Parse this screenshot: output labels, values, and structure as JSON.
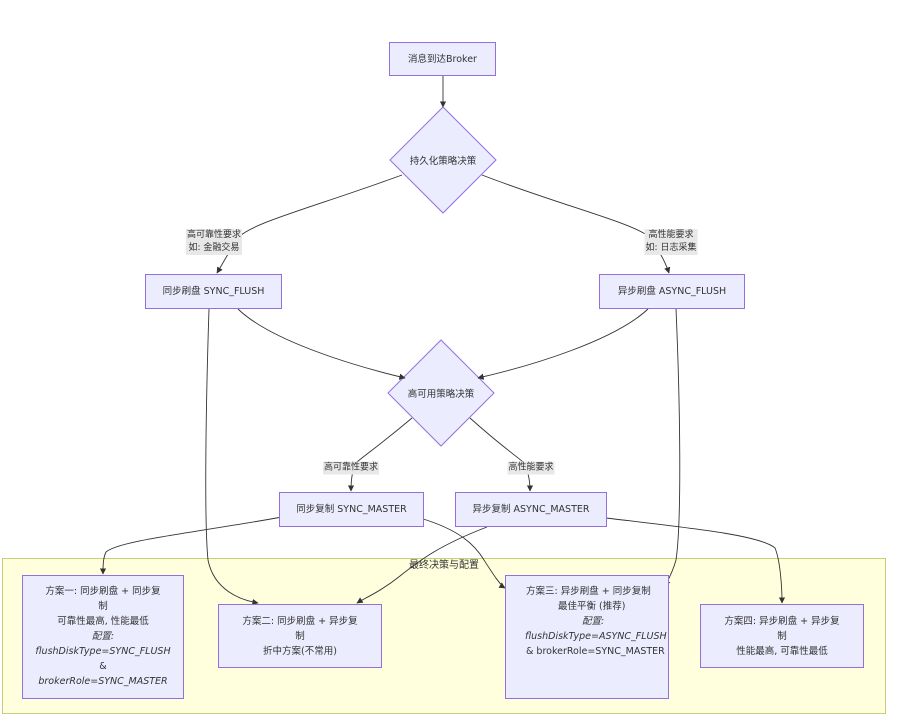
{
  "nodes": {
    "start": "消息到达Broker",
    "persist_decision": "持久化策略决策",
    "sync_flush": "同步刷盘 SYNC_FLUSH",
    "async_flush": "异步刷盘 ASYNC_FLUSH",
    "ha_decision": "高可用策略决策",
    "sync_master": "同步复制 SYNC_MASTER",
    "async_master": "异步复制 ASYNC_MASTER"
  },
  "edge_labels": {
    "reliability_line1": "高可靠性要求",
    "reliability_line2": "如: 金融交易",
    "performance_line1": "高性能要求",
    "performance_line2": "如: 日志采集",
    "ha_reliability": "高可靠性要求",
    "ha_performance": "高性能要求"
  },
  "cluster": {
    "title": "最终决策与配置"
  },
  "plans": {
    "plan1": {
      "title_a": "方案一: 同步刷盘 + 同步复",
      "title_b": "制",
      "desc": "可靠性最高, 性能最低",
      "config_label": "配置:",
      "config_1": "flushDiskType=SYNC_FLUSH",
      "config_amp": "&",
      "config_2": "brokerRole=SYNC_MASTER"
    },
    "plan2": {
      "title_a": "方案二: 同步刷盘 + 异步复",
      "title_b": "制",
      "desc": "折中方案(不常用)"
    },
    "plan3": {
      "title_a": "方案三: 异步刷盘 + 同步复制",
      "desc": "最佳平衡 (推荐)",
      "config_label": "配置:",
      "config_1": "flushDiskType=ASYNC_FLUSH",
      "config_2": "& brokerRole=SYNC_MASTER"
    },
    "plan4": {
      "title_a": "方案四: 异步刷盘 + 异步复",
      "title_b": "制",
      "desc": "性能最高, 可靠性最低"
    }
  },
  "colors": {
    "node_fill": "#ececff",
    "node_stroke": "#9370db",
    "edge": "#333333",
    "cluster_fill": "#ffffde",
    "cluster_stroke": "#c8cf7a",
    "label_bg": "#e8e8e8"
  }
}
